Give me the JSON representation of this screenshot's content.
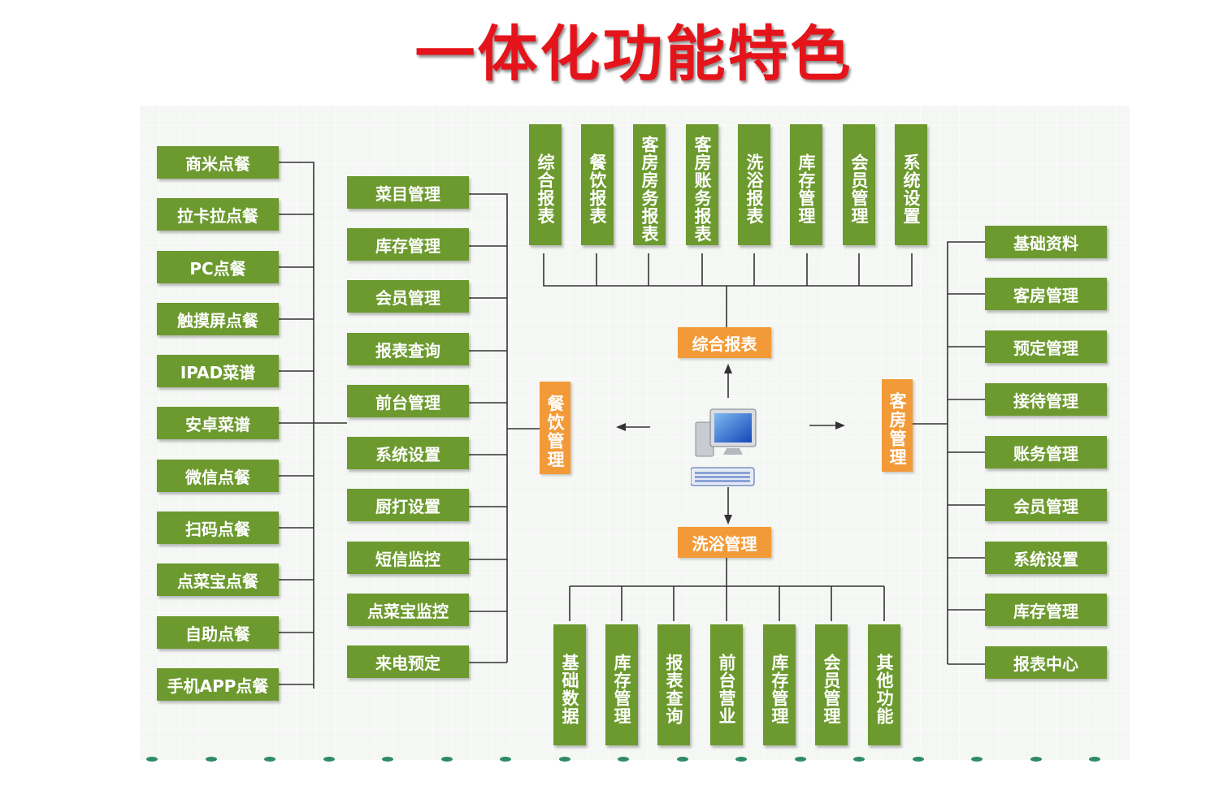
{
  "title": "一体化功能特色",
  "hubs": {
    "top": "综合报表",
    "bottom": "洗浴管理",
    "left": "餐饮管理",
    "right": "客房管理"
  },
  "ordering_column": [
    "商米点餐",
    "拉卡拉点餐",
    "PC点餐",
    "触摸屏点餐",
    "IPAD菜谱",
    "安卓菜谱",
    "微信点餐",
    "扫码点餐",
    "点菜宝点餐",
    "自助点餐",
    "手机APP点餐"
  ],
  "catering_column": [
    "菜目管理",
    "库存管理",
    "会员管理",
    "报表查询",
    "前台管理",
    "系统设置",
    "厨打设置",
    "短信监控",
    "点菜宝监控",
    "来电预定"
  ],
  "report_row": [
    "综合报表",
    "餐饮报表",
    "客房房务报表",
    "客房账务报表",
    "洗浴报表",
    "库存管理",
    "会员管理",
    "系统设置"
  ],
  "hotel_column": [
    "基础资料",
    "客房管理",
    "预定管理",
    "接待管理",
    "账务管理",
    "会员管理",
    "系统设置",
    "库存管理",
    "报表中心"
  ],
  "bath_row": [
    "基础数据",
    "库存管理",
    "报表查询",
    "前台营业",
    "库存管理",
    "会员管理",
    "其他功能"
  ],
  "colors": {
    "title": "#e5141b",
    "node": "#6c9a2e",
    "hub": "#f39a38",
    "line": "#333333"
  },
  "icons": [
    "computer-icon",
    "keyboard-icon"
  ]
}
